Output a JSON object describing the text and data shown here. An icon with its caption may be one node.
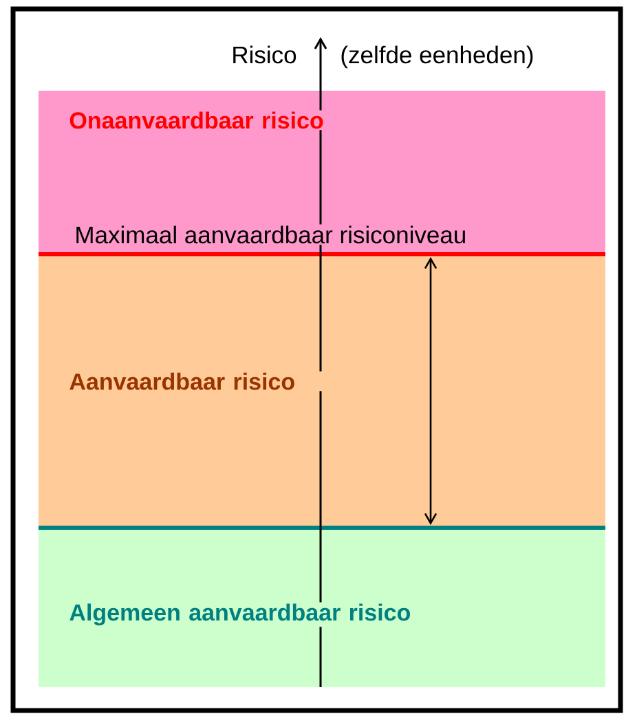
{
  "diagram": {
    "nodes": [
      {
        "text": [
          "Onaanvaardbaar risico"
        ]
      },
      {
        "text": [
          "Aanvaardbaar risico"
        ]
      },
      {
        "text": [
          "Algemeen aanvaardbaar risico"
        ]
      }
    ],
    "labels": [
      "Risico",
      "(zelfde eenheden)",
      "Maximaal aanvaardbaar risiconiveau"
    ]
  }
}
